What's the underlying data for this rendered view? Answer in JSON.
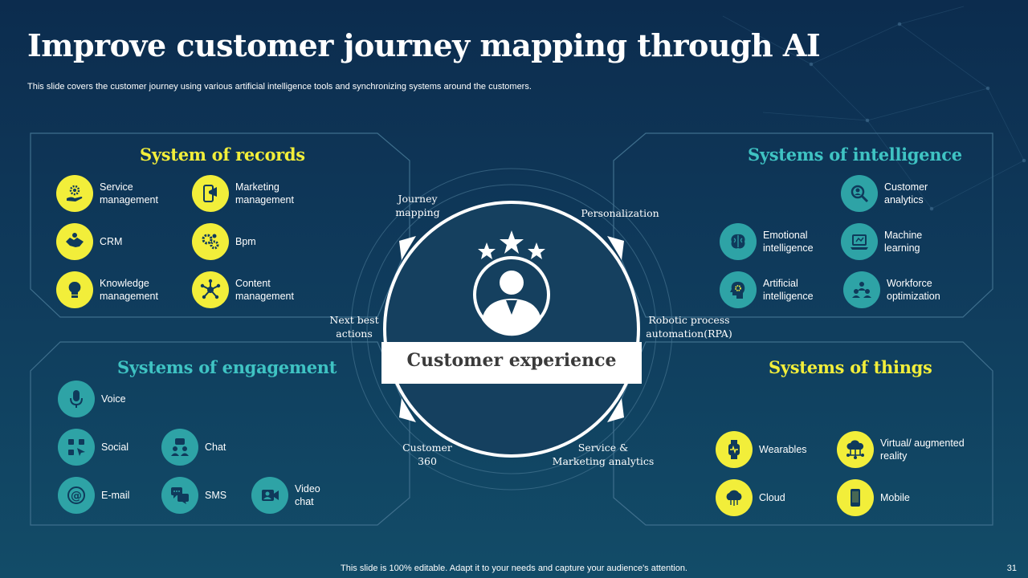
{
  "title": "Improve customer journey mapping through AI",
  "subtitle": "This slide covers the customer journey using various artificial intelligence tools and synchronizing systems around the customers.",
  "colors": {
    "yellow": "#f2ee3a",
    "teal": "#2ea3a6",
    "teal_title": "#3fc3c3",
    "background": "#0f3a5b"
  },
  "records": {
    "title": "System of  records",
    "items": [
      {
        "label": "Service management",
        "icon": "gear-hand-icon"
      },
      {
        "label": "Marketing management",
        "icon": "megaphone-phone-icon"
      },
      {
        "label": "CRM",
        "icon": "handshake-icon"
      },
      {
        "label": "Bpm",
        "icon": "gears-icon"
      },
      {
        "label": "Knowledge management",
        "icon": "lightbulb-icon"
      },
      {
        "label": "Content management",
        "icon": "network-icon"
      }
    ]
  },
  "intelligence": {
    "title": "Systems of intelligence",
    "items": [
      {
        "label": "Customer analytics",
        "icon": "magnifier-person-icon"
      },
      {
        "label": "Emotional intelligence",
        "icon": "brain-icon"
      },
      {
        "label": "Machine learning",
        "icon": "laptop-icon"
      },
      {
        "label": "Artificial intelligence",
        "icon": "head-gear-icon"
      },
      {
        "label": "Workforce optimization",
        "icon": "team-icon"
      }
    ]
  },
  "engagement": {
    "title": "Systems of engagement",
    "items": [
      {
        "label": "Voice",
        "icon": "microphone-icon"
      },
      {
        "label": "Social",
        "icon": "social-icon"
      },
      {
        "label": "Chat",
        "icon": "chat-users-icon"
      },
      {
        "label": "E-mail",
        "icon": "at-sign-icon"
      },
      {
        "label": "SMS",
        "icon": "sms-icon"
      },
      {
        "label": "Video chat",
        "icon": "video-chat-icon"
      }
    ]
  },
  "things": {
    "title": "Systems of things",
    "items": [
      {
        "label": "Wearables",
        "icon": "smartwatch-icon"
      },
      {
        "label": "Virtual/ augmented reality",
        "icon": "cloud-network-icon"
      },
      {
        "label": "Cloud",
        "icon": "cloud-icon"
      },
      {
        "label": "Mobile",
        "icon": "mobile-icon"
      }
    ]
  },
  "hub": {
    "label": "Customer experience",
    "stages": [
      "Journey\nmapping",
      "Personalization",
      "Next best\nactions",
      "Robotic process\nautomation(RPA)",
      "Customer\n360",
      "Service &\nMarketing analytics"
    ]
  },
  "footer": "This slide is 100% editable. Adapt it to your needs and capture your audience's attention.",
  "page_number": "31"
}
